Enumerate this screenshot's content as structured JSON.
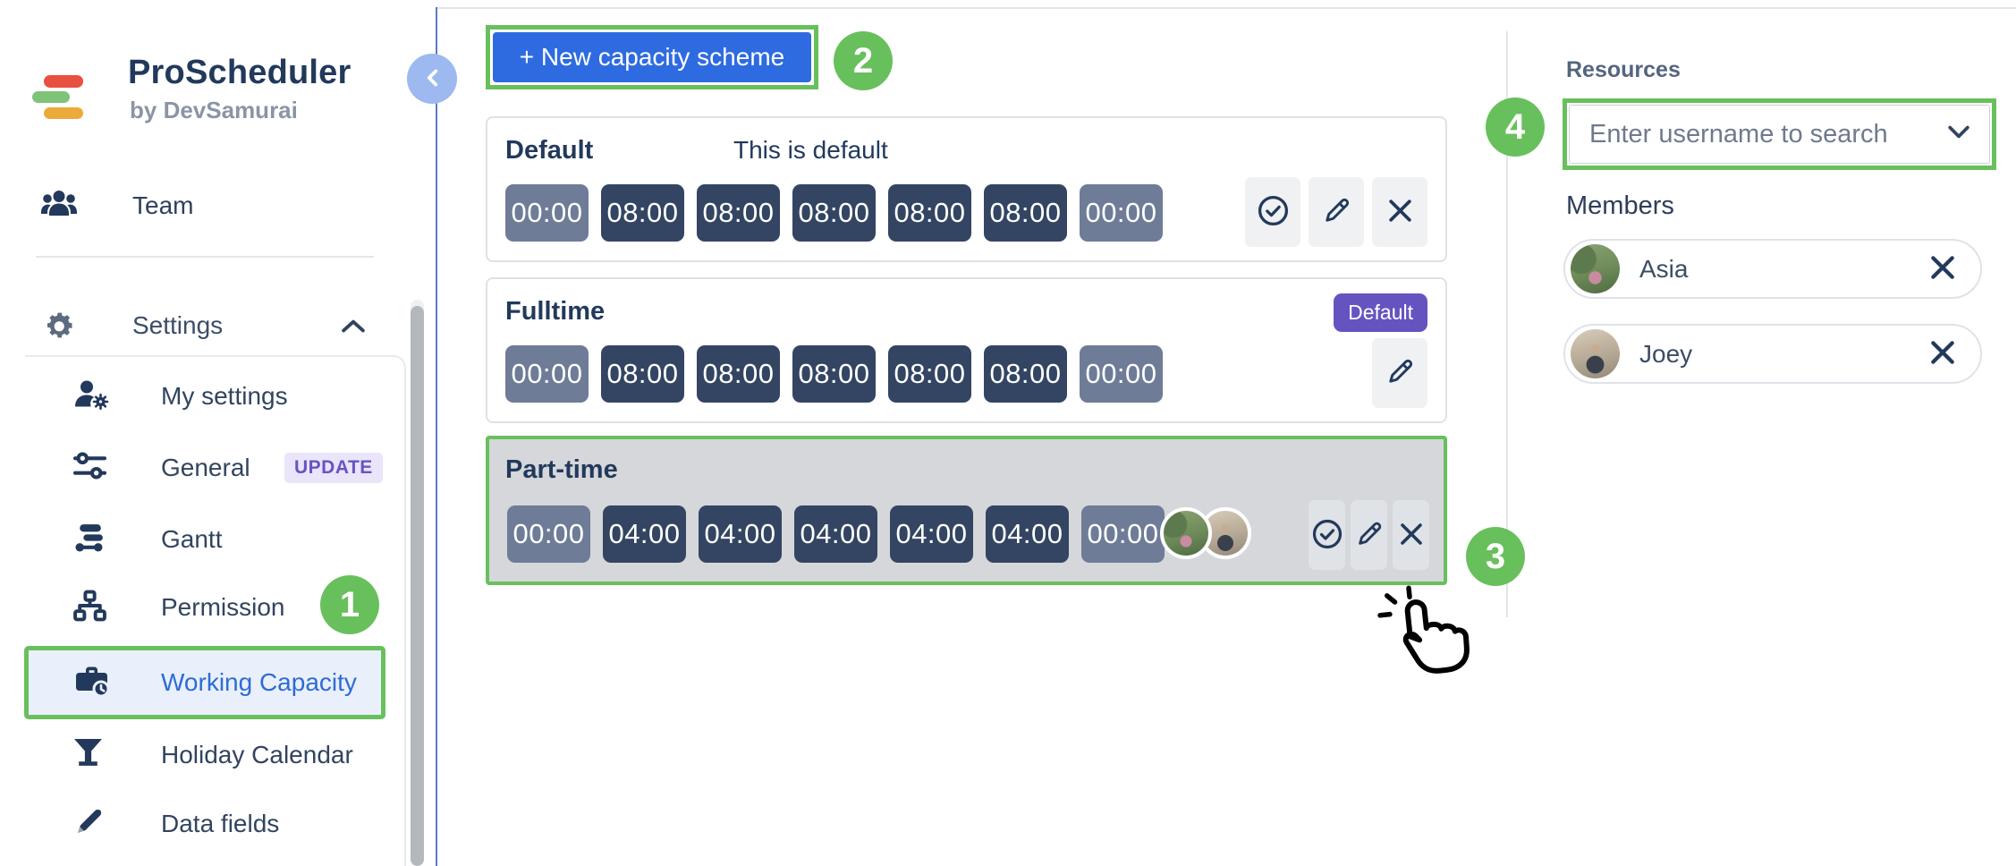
{
  "app": {
    "title": "ProScheduler",
    "subtitle": "by DevSamurai"
  },
  "sidebar": {
    "team": "Team",
    "settings": "Settings",
    "items": [
      {
        "label": "My settings"
      },
      {
        "label": "General",
        "badge": "UPDATE"
      },
      {
        "label": "Gantt"
      },
      {
        "label": "Permission"
      },
      {
        "label": "Working Capacity",
        "active": true
      },
      {
        "label": "Holiday Calendar"
      },
      {
        "label": "Data fields"
      }
    ]
  },
  "main": {
    "new_button": "+ New capacity scheme",
    "schemes": [
      {
        "name": "Default",
        "note": "This is default",
        "hours": [
          "00:00",
          "08:00",
          "08:00",
          "08:00",
          "08:00",
          "08:00",
          "00:00"
        ],
        "actions": [
          "approve",
          "edit",
          "delete"
        ]
      },
      {
        "name": "Fulltime",
        "badge": "Default",
        "hours": [
          "00:00",
          "08:00",
          "08:00",
          "08:00",
          "08:00",
          "08:00",
          "00:00"
        ],
        "actions": [
          "edit"
        ]
      },
      {
        "name": "Part-time",
        "selected": true,
        "hours": [
          "00:00",
          "04:00",
          "04:00",
          "04:00",
          "04:00",
          "04:00",
          "00:00"
        ],
        "assignee_avatars": 2,
        "actions": [
          "approve",
          "edit",
          "delete"
        ]
      }
    ]
  },
  "panel": {
    "resources_label": "Resources",
    "search_placeholder": "Enter username to search",
    "members_label": "Members",
    "members": [
      {
        "name": "Asia"
      },
      {
        "name": "Joey"
      }
    ]
  },
  "annotations": {
    "step1": "1",
    "step2": "2",
    "step3": "3",
    "step4": "4"
  },
  "icons": {
    "team": "users-group",
    "settings": "gear",
    "my_settings": "user-gear",
    "general": "sliders",
    "gantt": "gantt-bars",
    "permission": "sitemap",
    "working_capacity": "briefcase-clock",
    "holiday_calendar": "cocktail-funnel",
    "data_fields": "pen",
    "approve": "check-circle",
    "edit": "pencil",
    "delete": "x-mark",
    "dropdown": "chevron-down",
    "collapse": "chevron-left",
    "click_hint": "hand-tap"
  },
  "colors": {
    "annotation_green": "#68c05c",
    "primary_blue": "#2e6be0",
    "navy_text": "#22395c",
    "weekday_chip": "#344563",
    "weekend_chip": "#6e7c98",
    "badge_purple": "#6554c0",
    "active_item_bg": "#e9f0fb",
    "active_item_text": "#2e6bd6",
    "selected_card_bg": "#d5d7da"
  }
}
